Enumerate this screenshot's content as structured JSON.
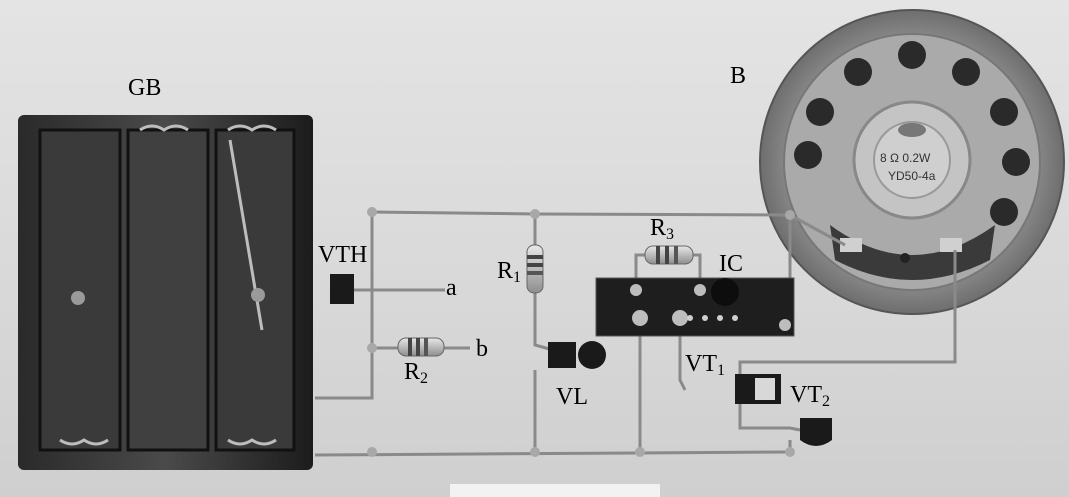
{
  "labels": {
    "gb": "GB",
    "b": "B",
    "vth": "VTH",
    "a": "a",
    "b_terminal": "b",
    "r1": "R",
    "r1_sub": "1",
    "r2": "R",
    "r2_sub": "2",
    "r3": "R",
    "r3_sub": "3",
    "ic": "IC",
    "vl": "VL",
    "vt1": "VT",
    "vt1_sub": "1",
    "vt2": "VT",
    "vt2_sub": "2"
  },
  "speaker_marking": {
    "line1": "8 Ω  0.2W",
    "line2": "YD50-4a"
  },
  "colors": {
    "background": "#d9d9d9",
    "wire": "#8a8a8a",
    "dark": "#1a1a1a"
  }
}
